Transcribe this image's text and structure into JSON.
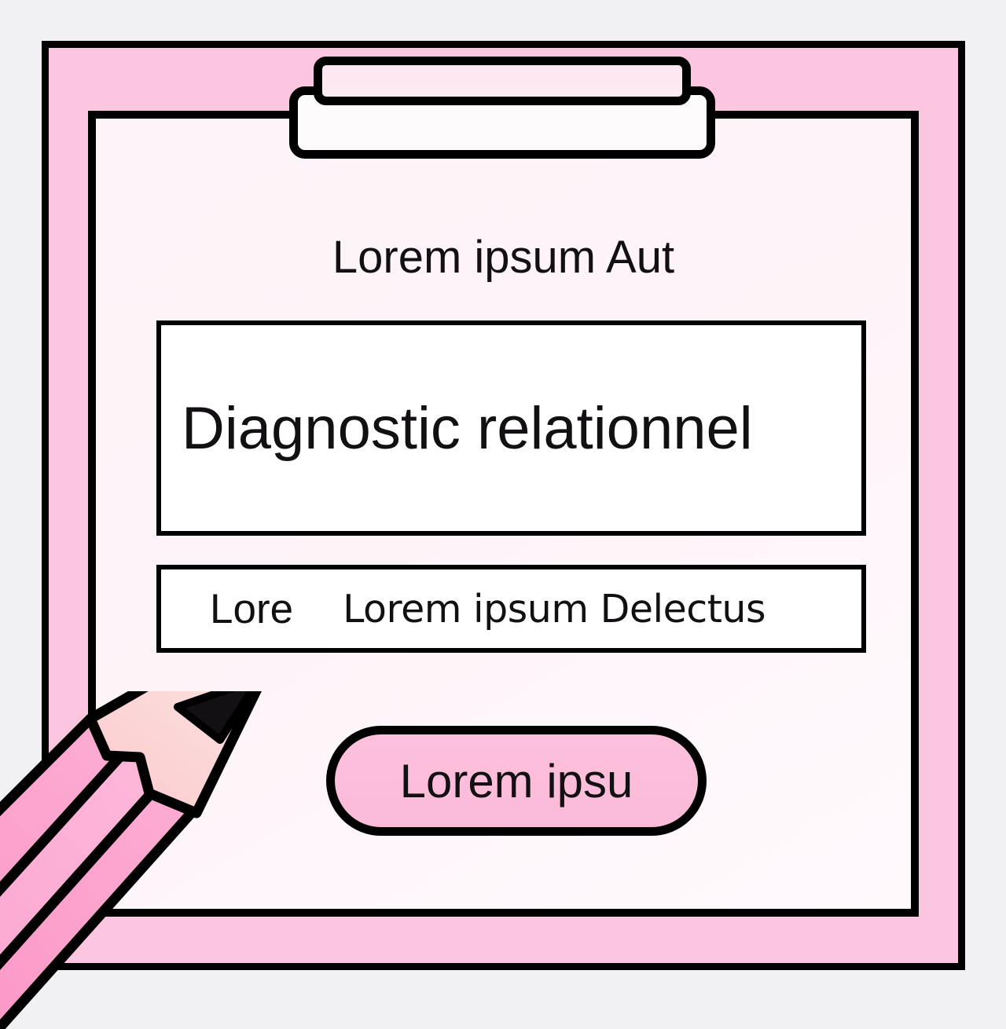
{
  "page": {
    "background_color": "#f1f0f2",
    "accent_pink": "#fcc6e0",
    "outline_color": "#000000"
  },
  "clipboard": {
    "frame_color": "#fcc6e0",
    "paper_color": "#fdf4f9",
    "clip": {
      "upper_fill": "#fde6f1",
      "lower_fill": "#fefbfd"
    }
  },
  "form": {
    "title": "Lorem ipsum Aut",
    "fields": [
      {
        "name": "primary-field",
        "value": "Diagnostic relationnel",
        "placeholder": "Diagnostic relationnel"
      },
      {
        "name": "secondary-field",
        "label": "Lore",
        "value": "Lorem ipsum Delectus",
        "placeholder": "Lorem ipsum Delectus"
      }
    ],
    "submit": {
      "label": "Lorem ipsu",
      "fill_color": "#fcc0dc"
    }
  },
  "pencil": {
    "icon": "pencil-icon",
    "body_color": "#fb9ac9",
    "body_highlight_color": "#fdb8da",
    "wood_color": "#fbd8d6",
    "graphite_color": "#131013"
  }
}
